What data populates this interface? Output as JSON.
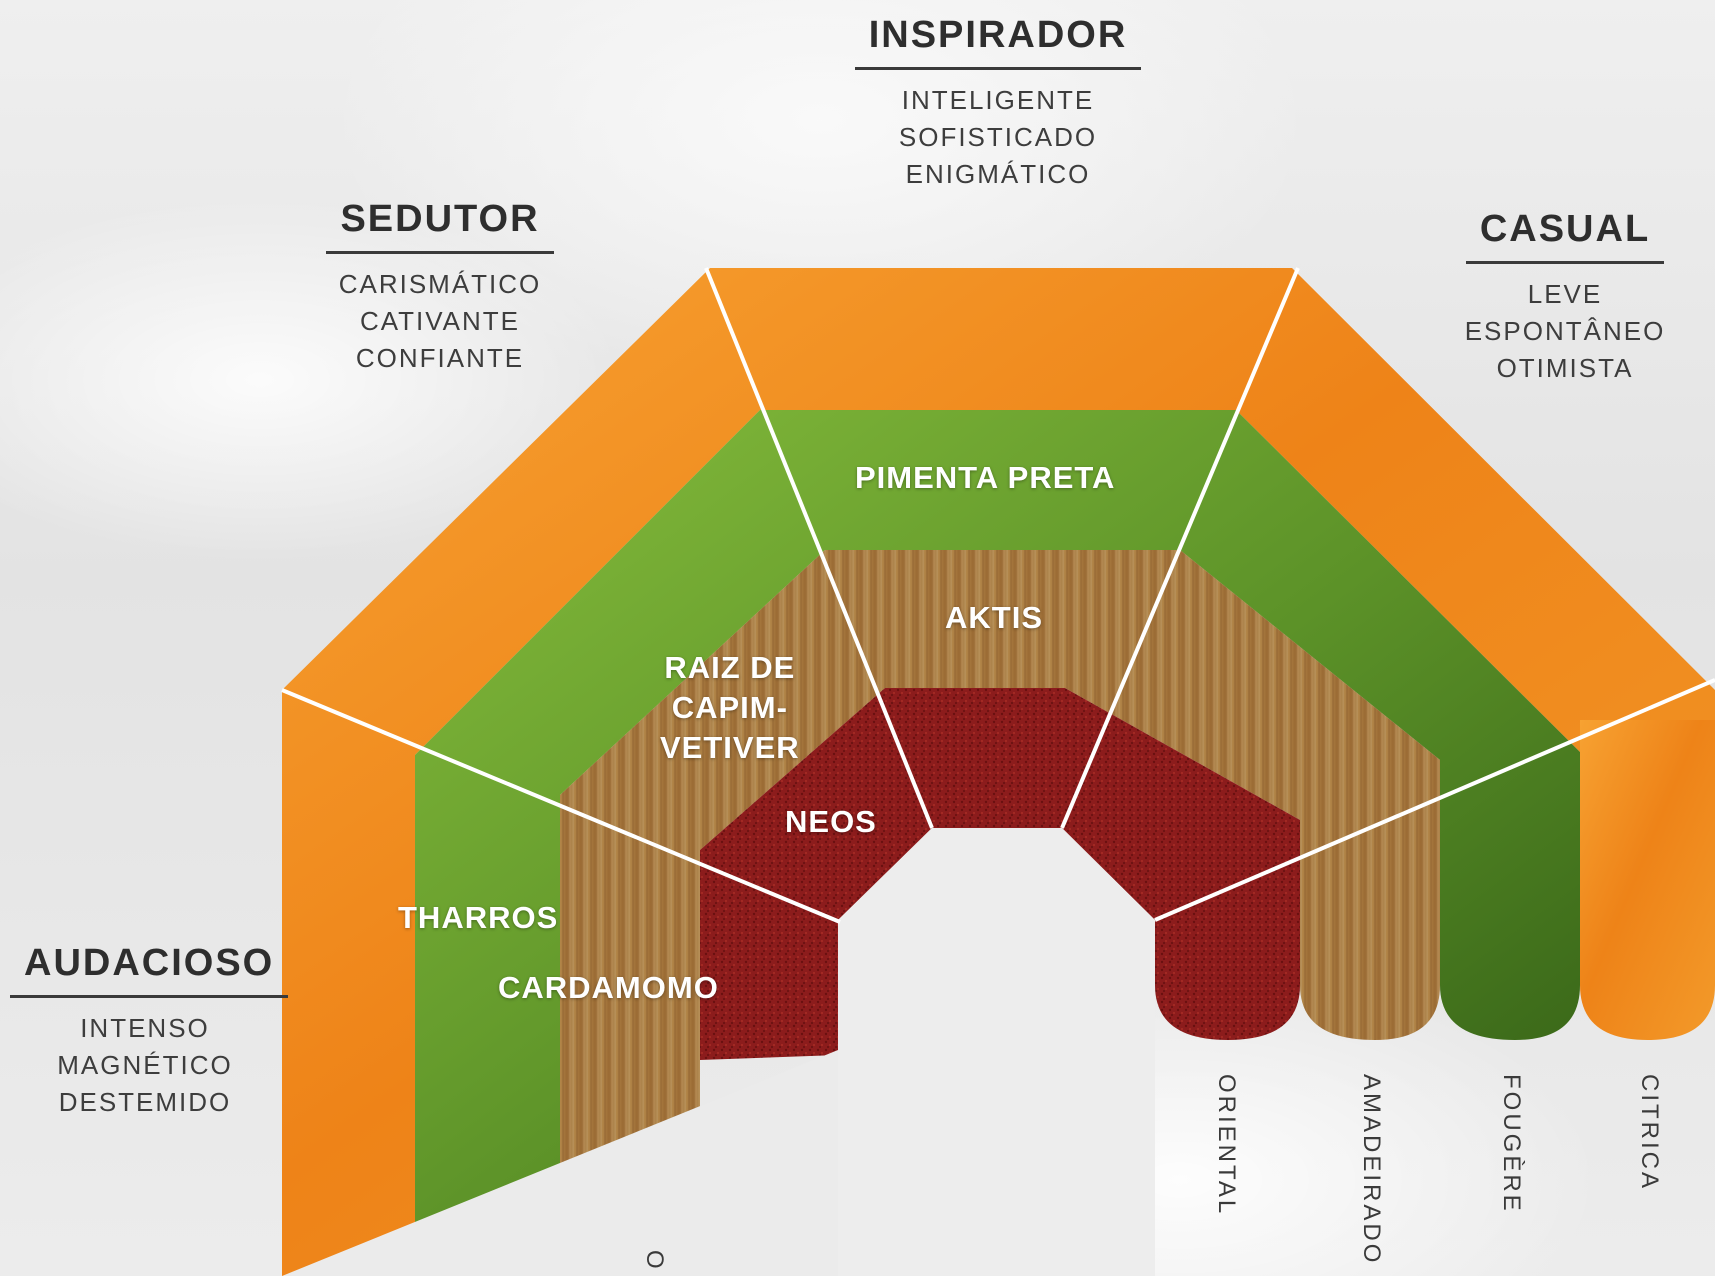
{
  "personalities": {
    "inspirador": {
      "title": "INSPIRADOR",
      "traits": [
        "INTELIGENTE",
        "SOFISTICADO",
        "ENIGMÁTICO"
      ]
    },
    "sedutor": {
      "title": "SEDUTOR",
      "traits": [
        "CARISMÁTICO",
        "CATIVANTE",
        "CONFIANTE"
      ]
    },
    "casual": {
      "title": "CASUAL",
      "traits": [
        "LEVE",
        "ESPONTÂNEO",
        "OTIMISTA"
      ]
    },
    "audacioso": {
      "title": "AUDACIOSO",
      "traits": [
        "INTENSO",
        "MAGNÉTICO",
        "DESTEMIDO"
      ]
    }
  },
  "notes": {
    "pimenta": "PIMENTA PRETA",
    "aktis": "AKTIS",
    "raiz_1": "RAIZ DE",
    "raiz_2": "CAPIM-",
    "raiz_3": "VETIVER",
    "neos": "NEOS",
    "tharros": "THARROS",
    "cardamomo": "CARDAMOMO"
  },
  "families": {
    "oriental": "ORIENTAL",
    "amadeirado": "AMADEIRADO",
    "fougere": "FOUGÈRE",
    "citrica": "CITRICA",
    "partial": "O"
  },
  "colors": {
    "citrus": "#f08a1c",
    "fougere_light": "#7fb23a",
    "fougere_dark": "#3f6d1c",
    "wood": "#a8783e",
    "oriental": "#8f1d1d",
    "divider": "#ffffff",
    "text_dark": "#2e2e2e"
  }
}
